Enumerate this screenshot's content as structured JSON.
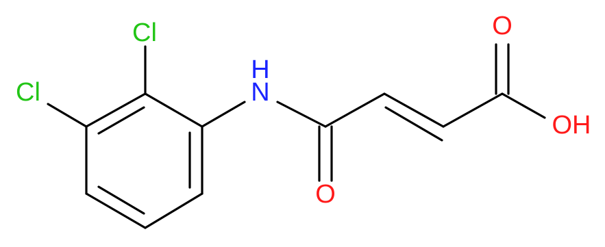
{
  "molecule": {
    "atoms": {
      "cl_top": {
        "text": "Cl",
        "color": "#22c516"
      },
      "cl_left": {
        "text": "Cl",
        "color": "#22c516"
      },
      "nh": {
        "text": "H\nN",
        "line1": "H",
        "line2": "N",
        "color": "#1a24ff"
      },
      "amide_o": {
        "text": "O",
        "color": "#ff1a1a"
      },
      "acid_o": {
        "text": "O",
        "color": "#ff1a1a"
      },
      "oh": {
        "text": "OH",
        "color": "#ff1a1a"
      }
    },
    "colors": {
      "bond": "#000000",
      "chlorine": "#22c516",
      "nitrogen": "#1a24ff",
      "oxygen": "#ff1a1a"
    }
  }
}
